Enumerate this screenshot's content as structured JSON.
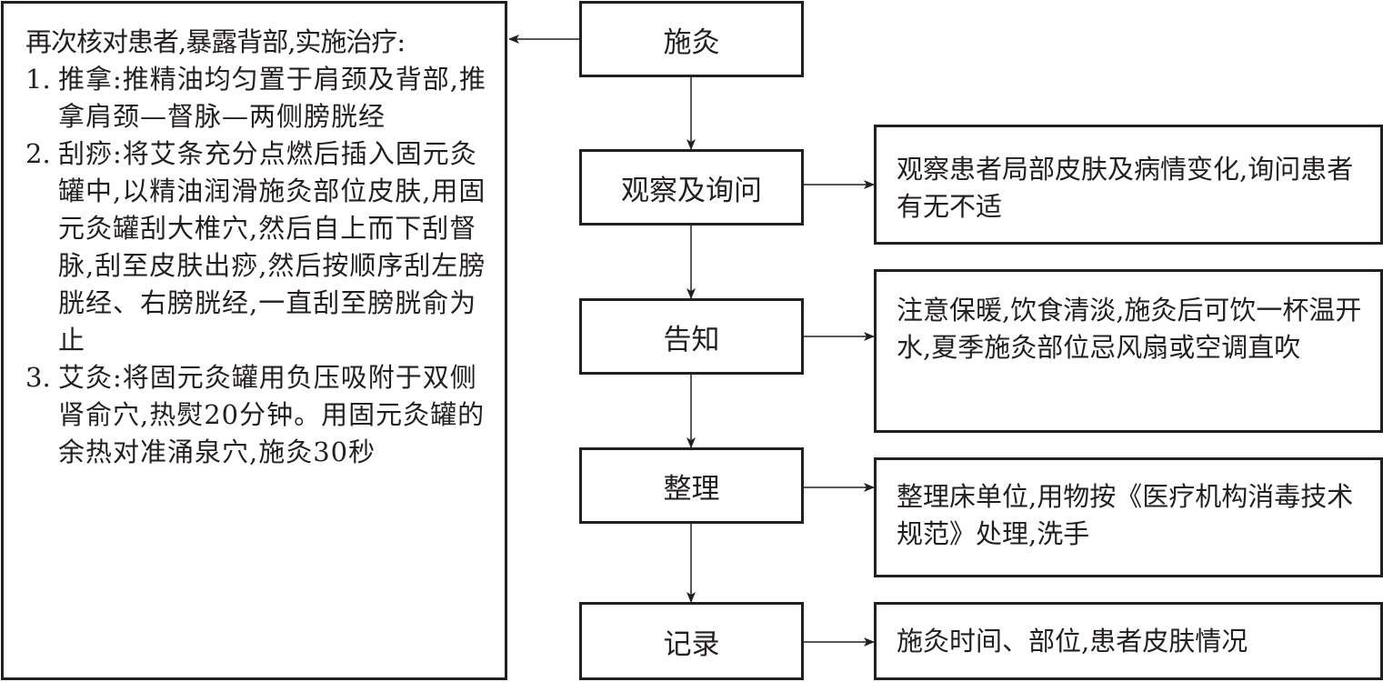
{
  "title": "施灸操作流程",
  "left_panel": {
    "intro": "再次核对患者,暴露背部,实施治疗:",
    "items": [
      {
        "num": "1.",
        "text": "推拿:推精油均匀置于肩颈及背部,推拿肩颈—督脉—两侧膀胱经"
      },
      {
        "num": "2.",
        "text": "刮痧:将艾条充分点燃后插入固元灸罐中,以精油润滑施灸部位皮肤,用固元灸罐刮大椎穴,然后自上而下刮督脉,刮至皮肤出痧,然后按顺序刮左膀胱经、右膀胱经,一直刮至膀胱俞为止"
      },
      {
        "num": "3.",
        "text": "艾灸:将固元灸罐用负压吸附于双侧肾俞穴,热熨20分钟。用固元灸罐的余热对准涌泉穴,施灸30秒"
      }
    ]
  },
  "steps": [
    {
      "label": "施灸",
      "note": ""
    },
    {
      "label": "观察及询问",
      "note": "观察患者局部皮肤及病情变化,询问患者有无不适"
    },
    {
      "label": "告知",
      "note": "注意保暖,饮食清淡,施灸后可饮一杯温开水,夏季施灸部位忌风扇或空调直吹"
    },
    {
      "label": "整理",
      "note": "整理床单位,用物按《医疗机构消毒技术规范》处理,洗手"
    },
    {
      "label": "记录",
      "note": "施灸时间、部位,患者皮肤情况"
    }
  ]
}
